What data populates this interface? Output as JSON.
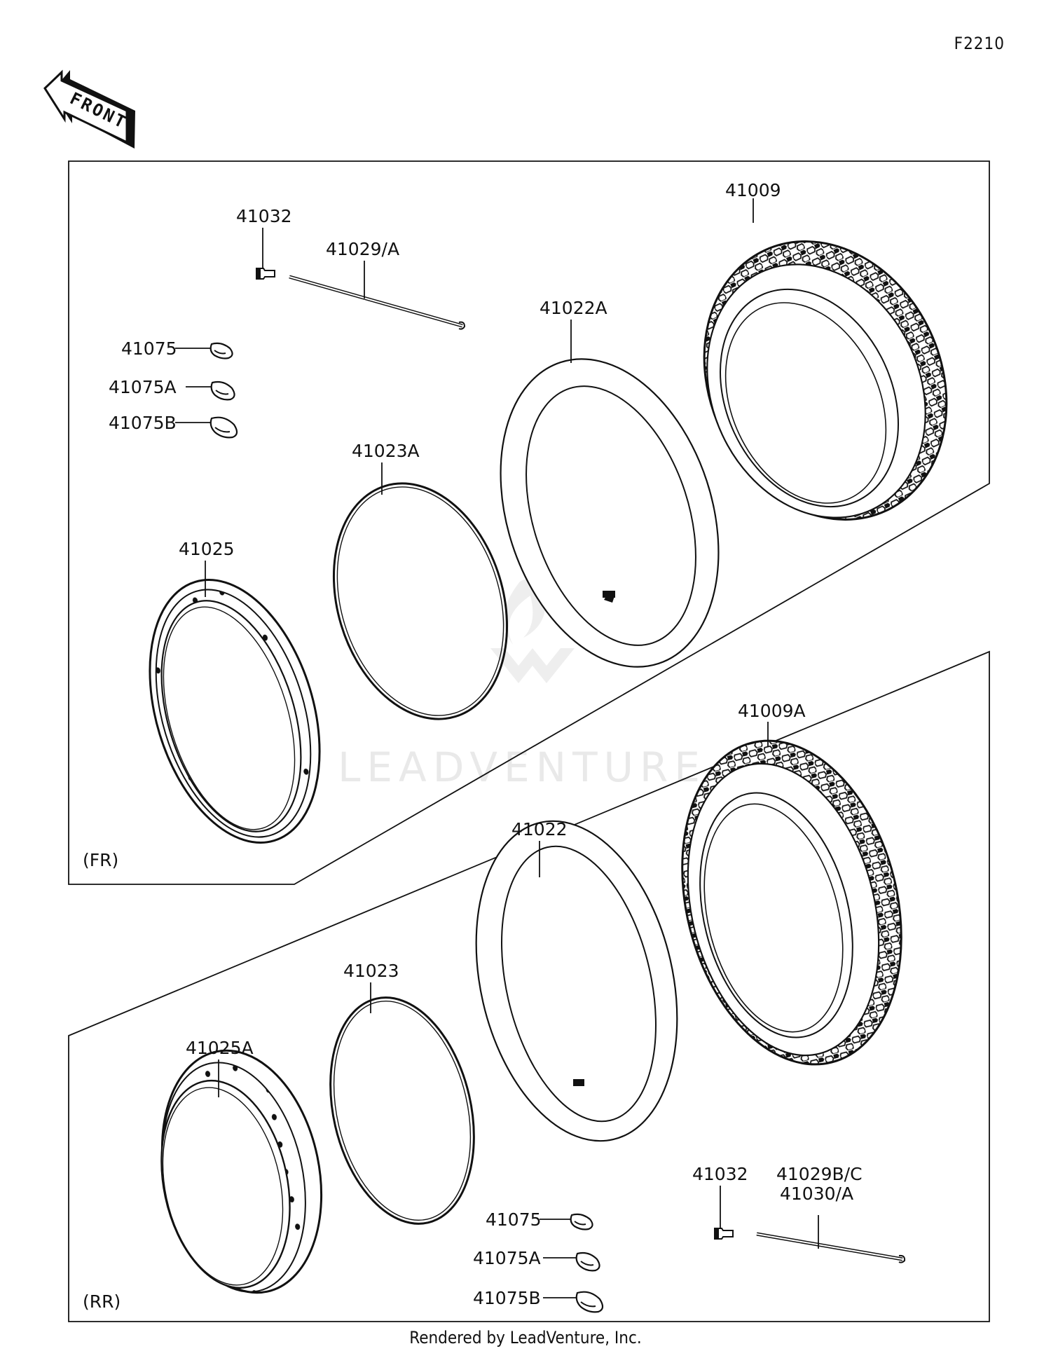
{
  "diagram_code": "F2210",
  "front_label": "FRONT",
  "watermark": "LEADVENTURE",
  "footer": "Rendered by LeadVenture, Inc.",
  "sections": {
    "front": "(FR)",
    "rear": "(RR)"
  },
  "parts": {
    "fr_41032": "41032",
    "fr_41029A": "41029/A",
    "fr_41075": "41075",
    "fr_41075A": "41075A",
    "fr_41075B": "41075B",
    "fr_41023A": "41023A",
    "fr_41022A": "41022A",
    "fr_41009": "41009",
    "fr_41025": "41025",
    "rr_41009A": "41009A",
    "rr_41022": "41022",
    "rr_41023": "41023",
    "rr_41025A": "41025A",
    "rr_41075": "41075",
    "rr_41075A": "41075A",
    "rr_41075B": "41075B",
    "rr_41032": "41032",
    "rr_41029BC": "41029B/C",
    "rr_41030A": "41030/A"
  }
}
